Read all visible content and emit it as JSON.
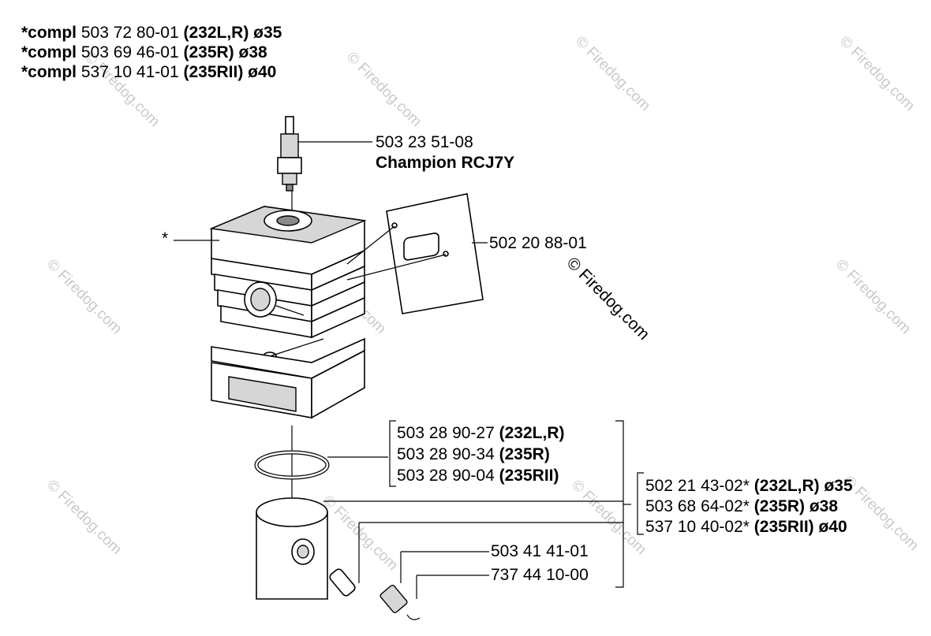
{
  "header": {
    "lines": [
      {
        "prefix": "*compl",
        "part": "503 72 80-01",
        "model": "(232L,R) ø35"
      },
      {
        "prefix": "*compl",
        "part": "503 69 46-01",
        "model": "(235R) ø38"
      },
      {
        "prefix": "*compl",
        "part": "537 10 41-01",
        "model": "(235RII) ø40"
      }
    ]
  },
  "callouts": {
    "spark_plug": {
      "part": "503 23 51-08",
      "name": "Champion RCJ7Y"
    },
    "cylinder_marker": "*",
    "gasket": {
      "part": "502 20 88-01"
    },
    "ring": [
      {
        "part": "503 28 90-27",
        "model": "(232L,R)"
      },
      {
        "part": "503 28 90-34",
        "model": "(235R)"
      },
      {
        "part": "503 28 90-04",
        "model": "(235RII)"
      }
    ],
    "piston": [
      {
        "part": "502 21 43-02*",
        "model": "(232L,R) ø35"
      },
      {
        "part": "503 68 64-02*",
        "model": "(235R) ø38"
      },
      {
        "part": "537 10 40-02*",
        "model": "(235RII) ø40"
      }
    ],
    "circlip": {
      "part": "503 41 41-01"
    },
    "needle_bearing": {
      "part": "737 44 10-00"
    }
  },
  "watermark": {
    "text": "© Firedog.com"
  }
}
